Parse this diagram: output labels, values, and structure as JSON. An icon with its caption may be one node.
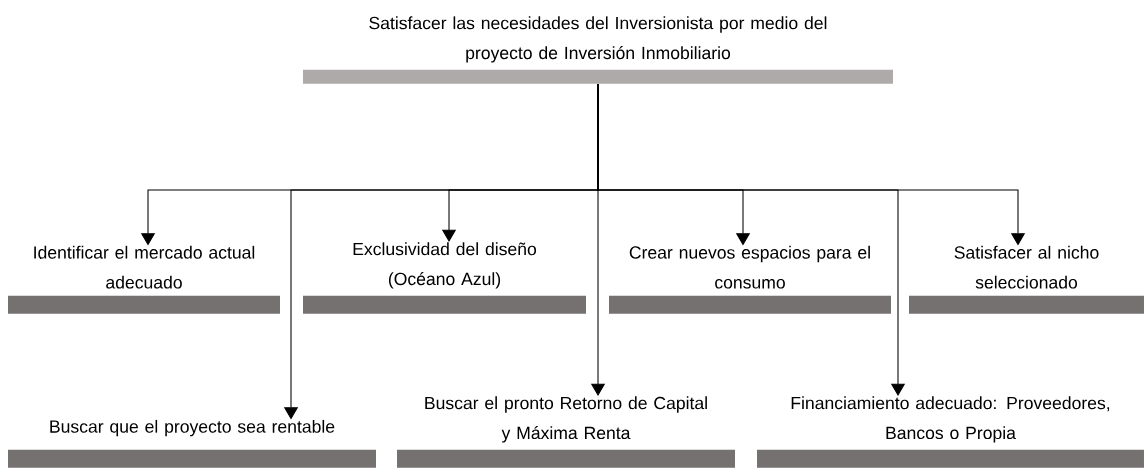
{
  "diagram": {
    "nodes": [
      {
        "text": [
          "Satisfacer las necesidades del Inversionista por medio del proyecto de Inversión Inmobiliario"
        ]
      },
      {
        "text": [
          "Identificar el mercado actual adecuado"
        ]
      },
      {
        "text": [
          "Exclusividad del diseño (Océano Azul)"
        ]
      },
      {
        "text": [
          "Crear nuevos espacios para el consumo"
        ]
      },
      {
        "text": [
          "Satisfacer al nicho seleccionado"
        ]
      },
      {
        "text": [
          "Buscar que el proyecto sea rentable"
        ]
      },
      {
        "text": [
          "Buscar el pronto Retorno de Capital y Máxima Renta"
        ]
      },
      {
        "text": [
          "Financiamiento adecuado: Proveedores, Bancos o Propia"
        ]
      }
    ],
    "edges": [
      {
        "from": 0,
        "to": 1,
        "arrow": "to"
      },
      {
        "from": 0,
        "to": 5,
        "arrow": "to"
      },
      {
        "from": 0,
        "to": 2,
        "arrow": "to"
      },
      {
        "from": 0,
        "to": 6,
        "arrow": "to"
      },
      {
        "from": 0,
        "to": 3,
        "arrow": "to"
      },
      {
        "from": 0,
        "to": 7,
        "arrow": "to"
      },
      {
        "from": 0,
        "to": 4,
        "arrow": "to"
      }
    ]
  }
}
